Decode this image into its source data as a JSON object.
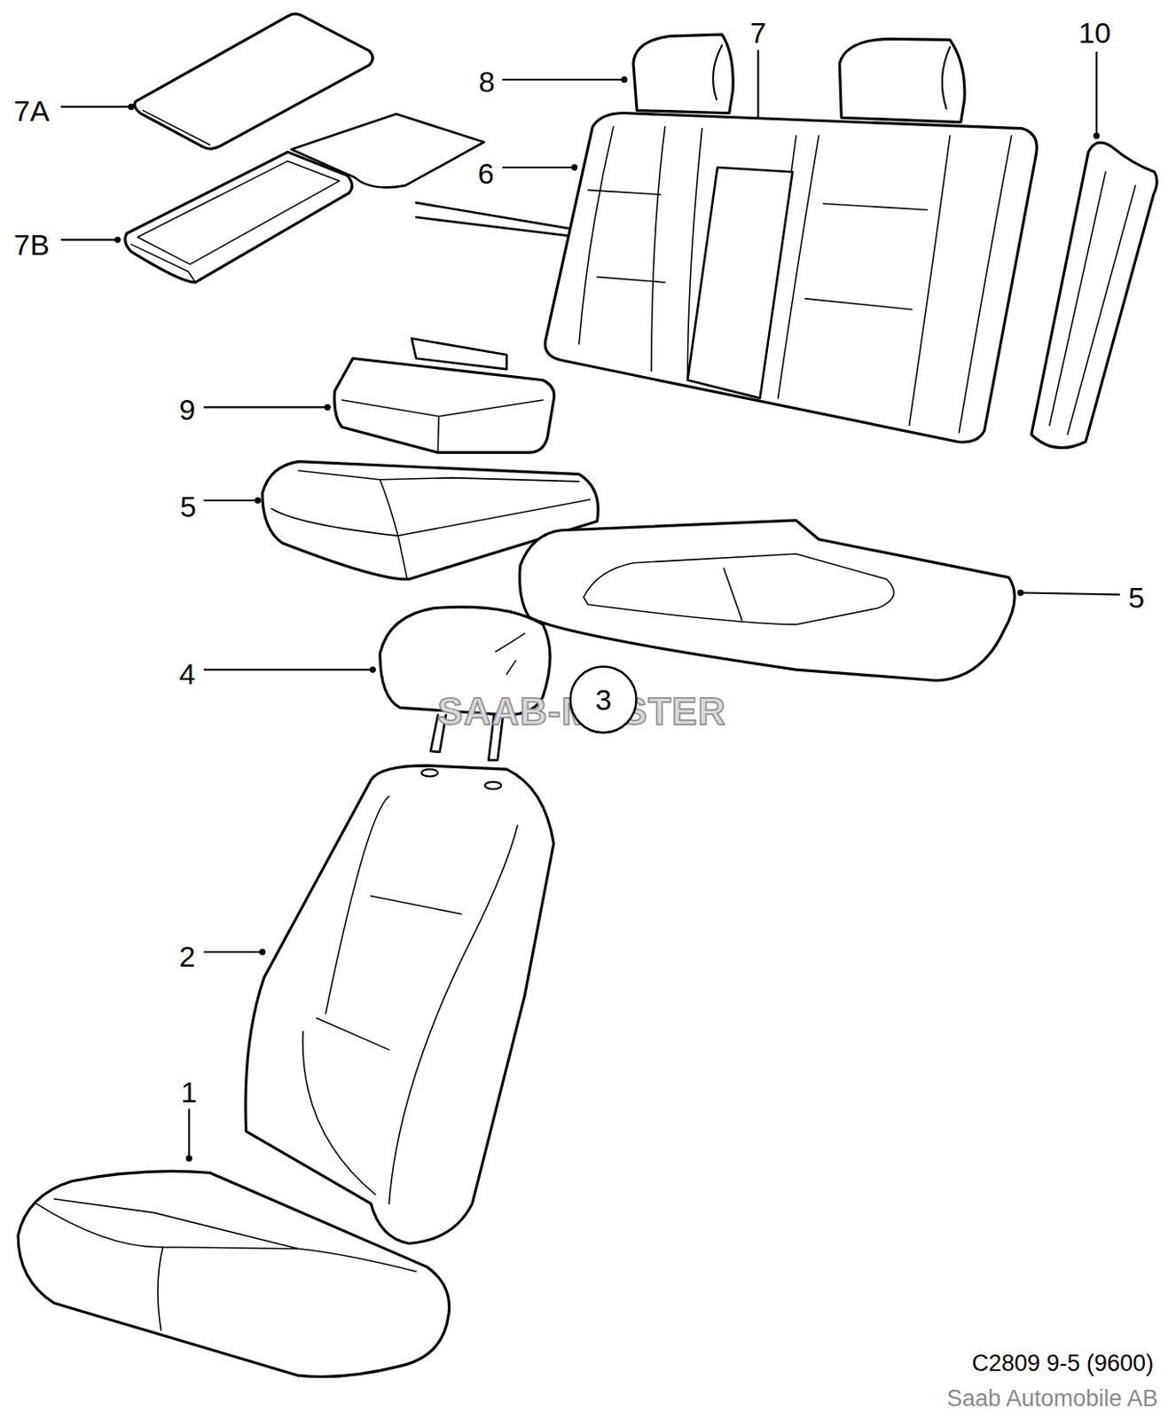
{
  "diagram": {
    "nodes": [
      {
        "text": [
          "3"
        ]
      }
    ],
    "labels": [
      "7A",
      "7B",
      "8",
      "7",
      "10",
      "6",
      "9",
      "5",
      "5",
      "4",
      "SAAB-MASTER",
      "2",
      "1",
      "C2809 9-5 (9600)",
      "Saab Automobile AB"
    ]
  }
}
